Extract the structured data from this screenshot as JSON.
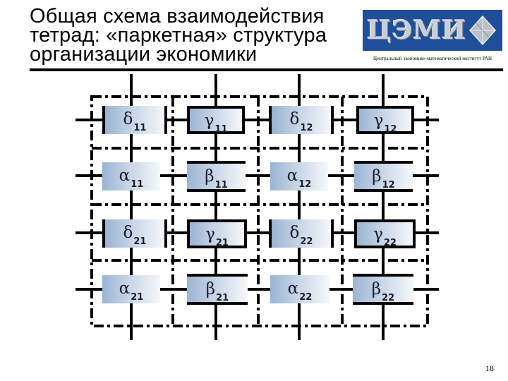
{
  "slide": {
    "title_lines": [
      "Общая схема взаимодействия",
      "тетрад: «паркетная» структура",
      "организации экономики"
    ],
    "logo": {
      "text": "ЦЭМИ",
      "caption": "Центральный экономико-математический институт РАН",
      "background": "#1f4f9a"
    },
    "page_number": "18"
  },
  "diagram": {
    "description": "4x4 parquet grid of tetrad elements within dash-dot frames",
    "box_gradient": [
      "#9bb4d4",
      "#f5f7fb"
    ],
    "rows": [
      [
        {
          "symbol": "δ",
          "sub": "11",
          "border": "sides"
        },
        {
          "symbol": "γ",
          "sub": "11",
          "border": "full"
        },
        {
          "symbol": "δ",
          "sub": "12",
          "border": "sides"
        },
        {
          "symbol": "γ",
          "sub": "12",
          "border": "full"
        }
      ],
      [
        {
          "symbol": "α",
          "sub": "11",
          "border": "none"
        },
        {
          "symbol": "β",
          "sub": "11",
          "border": "topbottom"
        },
        {
          "symbol": "α",
          "sub": "12",
          "border": "none"
        },
        {
          "symbol": "β",
          "sub": "12",
          "border": "topbottom"
        }
      ],
      [
        {
          "symbol": "δ",
          "sub": "21",
          "border": "sides"
        },
        {
          "symbol": "γ",
          "sub": "21",
          "border": "full"
        },
        {
          "symbol": "δ",
          "sub": "22",
          "border": "sides"
        },
        {
          "symbol": "γ",
          "sub": "22",
          "border": "full"
        }
      ],
      [
        {
          "symbol": "α",
          "sub": "21",
          "border": "none"
        },
        {
          "symbol": "β",
          "sub": "21",
          "border": "topbottom"
        },
        {
          "symbol": "α",
          "sub": "22",
          "border": "none"
        },
        {
          "symbol": "β",
          "sub": "22",
          "border": "topbottom"
        }
      ]
    ]
  }
}
